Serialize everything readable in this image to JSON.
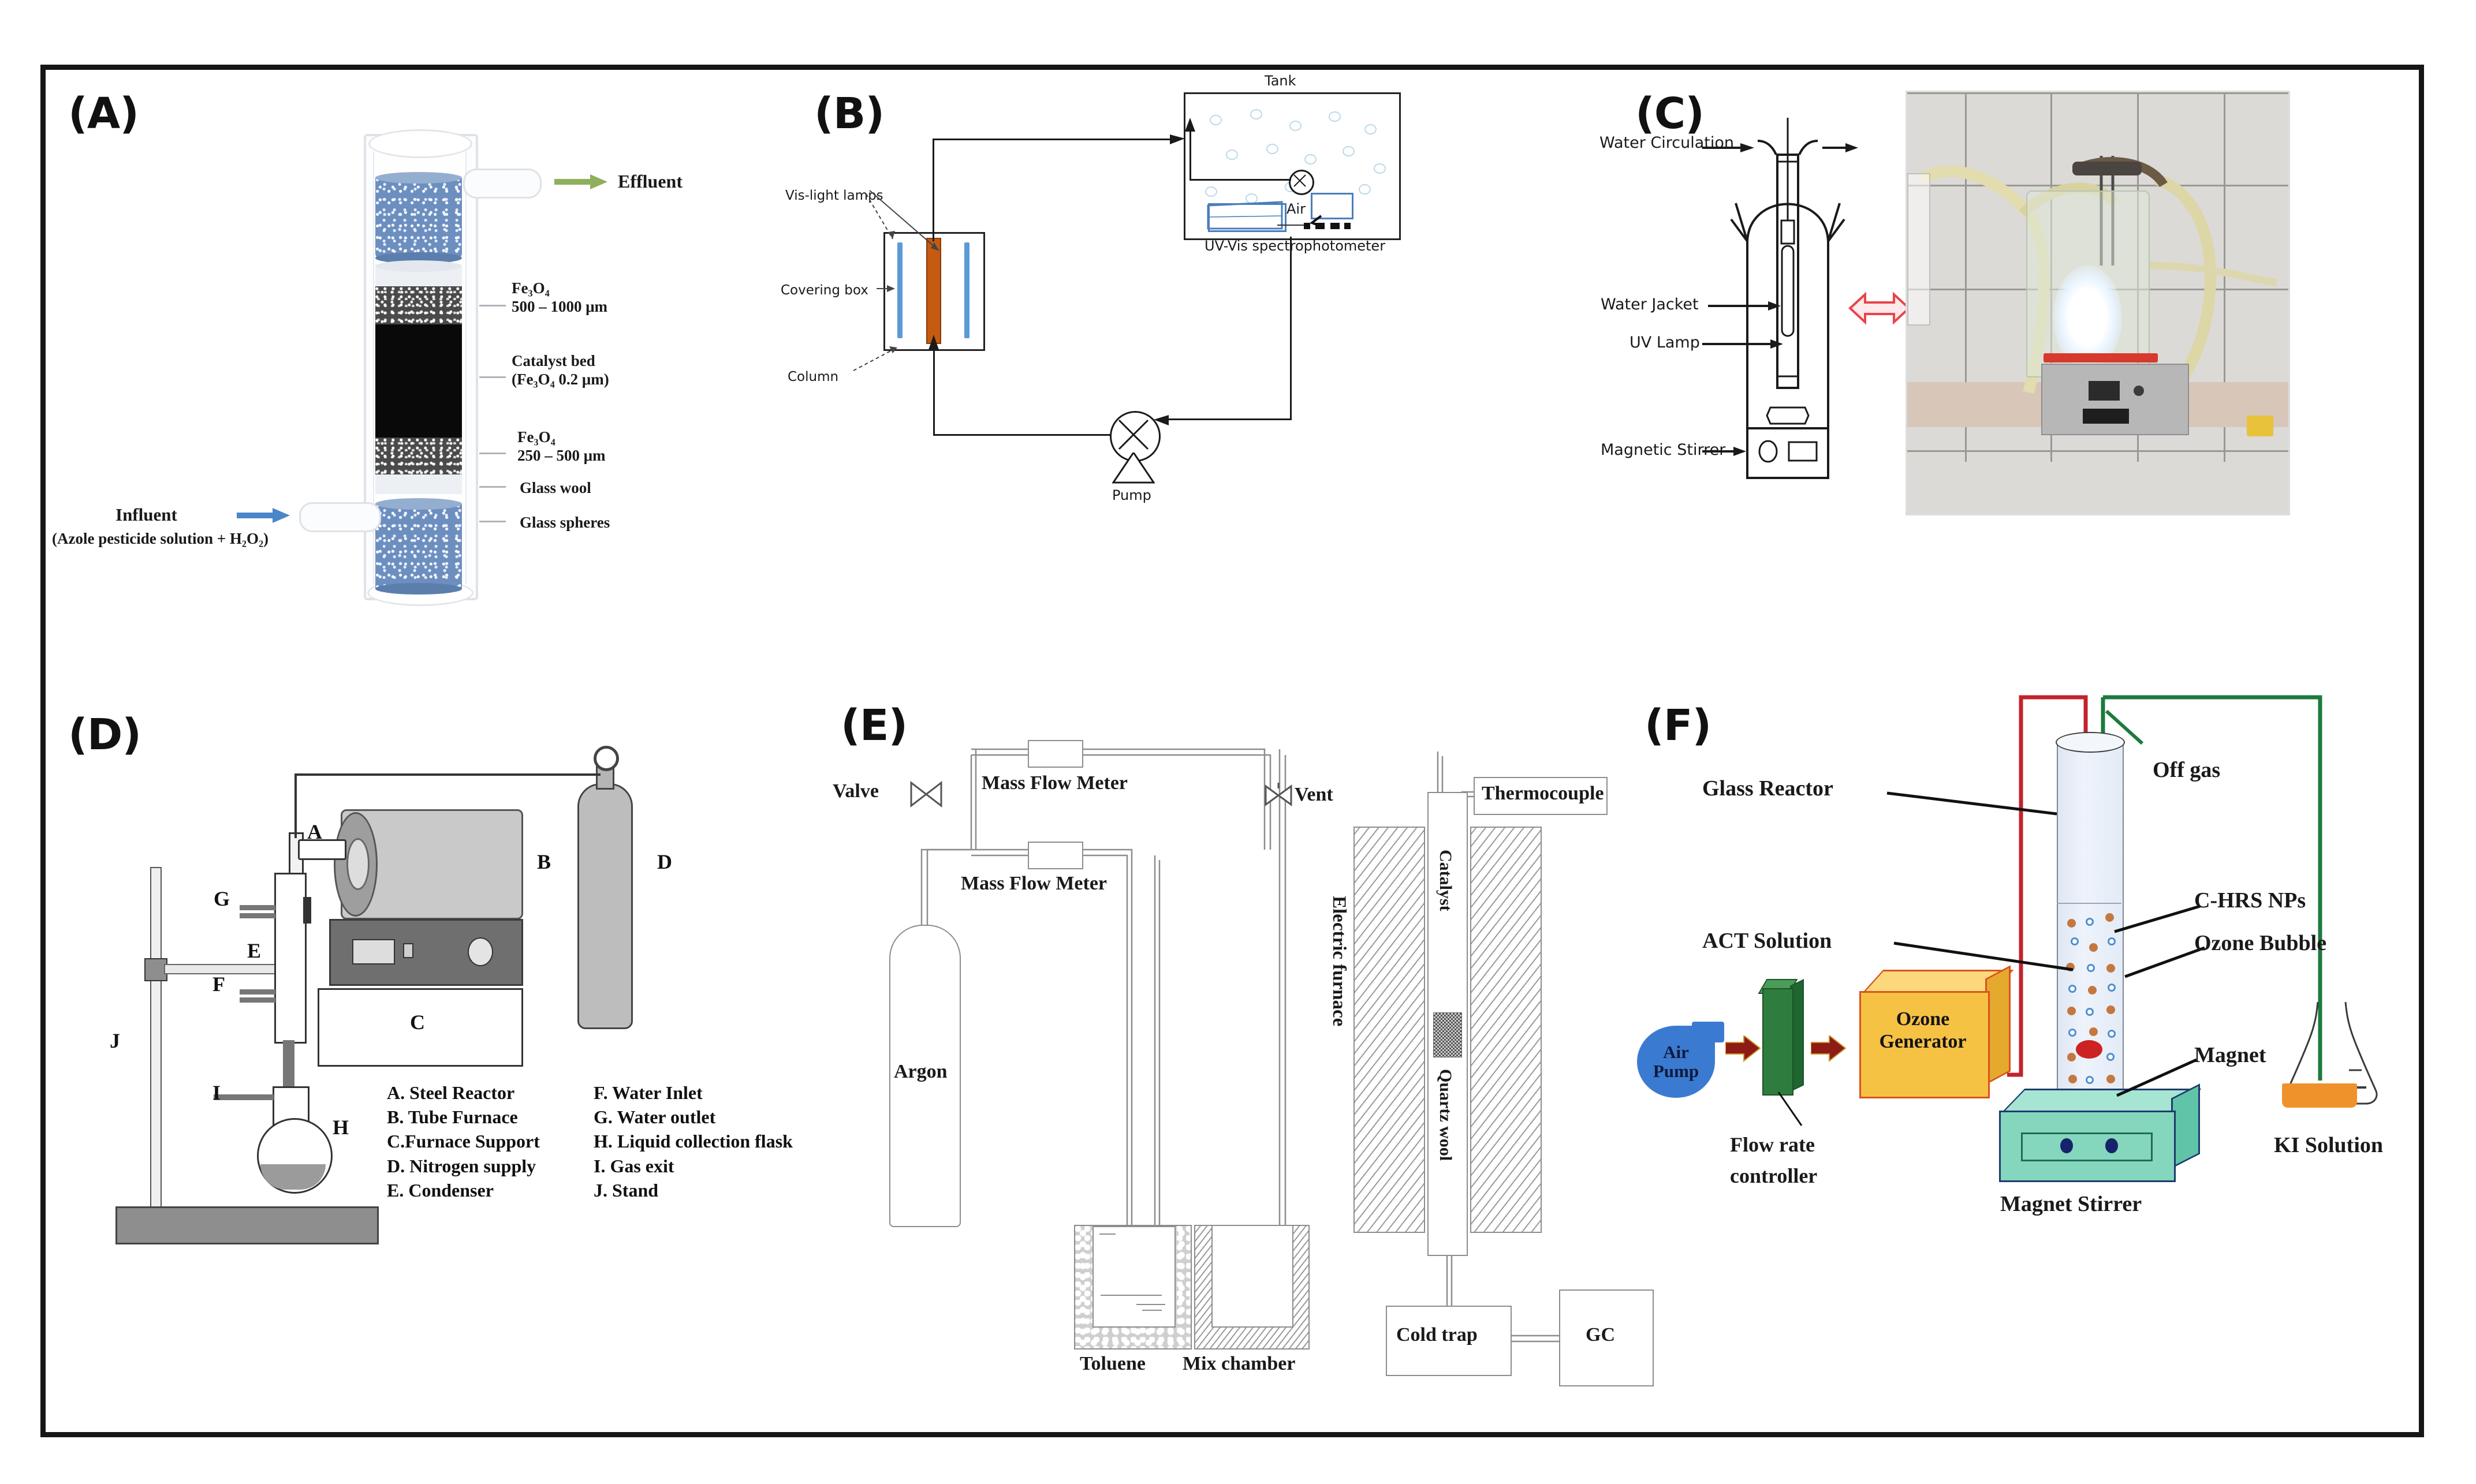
{
  "figure": {
    "panels": [
      "(A)",
      "(B)",
      "(C)",
      "(D)",
      "(E)",
      "(F)"
    ]
  },
  "panelA": {
    "label": "(A)",
    "effluent": "Effluent",
    "influent": "Influent",
    "influent_sub": "(Azole pesticide solution + H₂O₂)",
    "layers": [
      {
        "name": "Fe₃O₄",
        "size": "500 – 1000 μm"
      },
      {
        "name": "Catalyst bed",
        "size": "(Fe₃O₄ 0.2 μm)"
      },
      {
        "name": "Fe₃O₄",
        "size": "250 – 500 μm"
      }
    ],
    "glass_wool": "Glass wool",
    "glass_spheres": "Glass spheres",
    "colors": {
      "spheres": "#6c8fc0",
      "catalyst": "#090909",
      "granular": "#4a4a4a",
      "effluent_arrow": "#8faf5d",
      "influent_arrow": "#4a86c8"
    }
  },
  "panelB": {
    "label": "(B)",
    "tank": "Tank",
    "vis_light_lamps": "Vis-light lamps",
    "covering_box": "Covering box",
    "column": "Column",
    "air": "Air",
    "pump": "Pump",
    "spectrophotometer": "UV-Vis spectrophotometer",
    "colors": {
      "lamp": "#5b9bd5",
      "column": "#c55a11",
      "line": "#1a1a1a"
    }
  },
  "panelC": {
    "label": "(C)",
    "water_circulation": "Water Circulation",
    "water_jacket": "Water Jacket",
    "uv_lamp": "UV Lamp",
    "magnetic_stirrer": "Magnetic Stirrer",
    "colors": {
      "double_arrow": "#e8444a",
      "line": "#1a1a1a"
    }
  },
  "panelD": {
    "label": "(D)",
    "diagram_letters": [
      "A",
      "B",
      "C",
      "D",
      "E",
      "F",
      "G",
      "H",
      "I",
      "J"
    ],
    "legend_left": [
      "A. Steel Reactor",
      "B. Tube Furnace",
      "C.Furnace Support",
      "D. Nitrogen supply",
      "E. Condenser"
    ],
    "legend_right": [
      "F. Water Inlet",
      "G. Water outlet",
      "H. Liquid collection flask",
      "I.  Gas exit",
      "J. Stand"
    ]
  },
  "panelE": {
    "label": "(E)",
    "mass_flow_meter_1": "Mass Flow Meter",
    "mass_flow_meter_2": "Mass Flow Meter",
    "valve": "Valve",
    "argon": "Argon",
    "vent": "Vent",
    "toluene": "Toluene",
    "mix_chamber": "Mix chamber",
    "electric_furnace": "Electric furnace",
    "catalyst": "Catalyst",
    "quartz_wool": "Quartz  wool",
    "thermocouple": "Thermocouple",
    "cold_trap": "Cold trap",
    "gc": "GC"
  },
  "panelF": {
    "label": "(F)",
    "air_pump": "Air\nPump",
    "air_pump_line1": "Air",
    "air_pump_line2": "Pump",
    "flow_rate_controller_line1": "Flow rate",
    "flow_rate_controller_line2": "controller",
    "ozone_generator_line1": "Ozone",
    "ozone_generator_line2": "Generator",
    "glass_reactor": "Glass Reactor",
    "off_gas": "Off gas",
    "act_solution": "ACT Solution",
    "c_hrs_nps": "C-HRS NPs",
    "ozone_bubble": "Ozone Bubble",
    "magnet": "Magnet",
    "magnet_stirrer": "Magnet Stirrer",
    "ki_solution": "KI Solution",
    "colors": {
      "air_pump": "#3b7ad1",
      "flow_controller": "#2f7d3e",
      "ozone_generator": "#f6c244",
      "ozone_generator_border": "#d8531f",
      "stirrer": "#84d6bd",
      "ki_liquid": "#f0922c",
      "ozone_line": "#c3232b",
      "offgas_line": "#1d7a3e",
      "np": "#c4773f",
      "bubble": "#4e8fd0"
    }
  }
}
